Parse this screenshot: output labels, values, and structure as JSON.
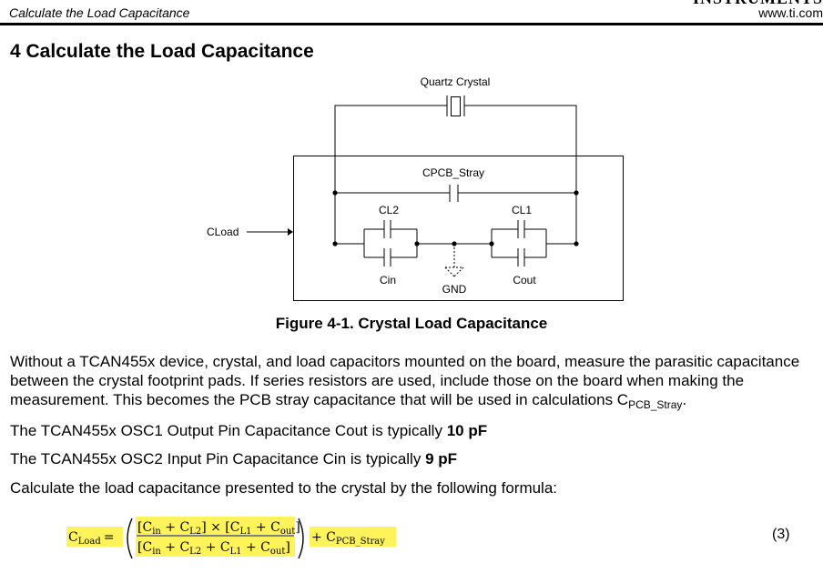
{
  "header": {
    "section": "Calculate the Load Capacitance",
    "brand": "INSTRUMENTS",
    "url": "www.ti.com"
  },
  "section_title": "4 Calculate the Load Capacitance",
  "diagram": {
    "labels": {
      "quartz": "Quartz Crystal",
      "stray": "CPCB_Stray",
      "cl2": "CL2",
      "cl1": "CL1",
      "cload": "CLoad",
      "cin": "Cin",
      "cout": "Cout",
      "gnd": "GND"
    }
  },
  "figure_caption": "Figure 4-1. Crystal Load Capacitance",
  "paragraph1": {
    "text": "Without a TCAN455x device, crystal, and load capacitors mounted on the board, measure the parasitic capacitance between the crystal footprint pads. If series resistors are used, include those on the board when making the measurement. This becomes the PCB stray capacitance that will be used in calculations C",
    "sub": "PCB_Stray",
    "end": "."
  },
  "paragraph2": {
    "text": "The TCAN455x OSC1 Output Pin Capacitance Cout is typically ",
    "value": "10 pF"
  },
  "paragraph3": {
    "text": "The TCAN455x OSC2 Input Pin Capacitance Cin is typically ",
    "value": "9 pF"
  },
  "paragraph4": "Calculate the load capacitance presented to the crystal by the following formula:",
  "equation": {
    "number": "(3)",
    "lhs": "C",
    "lhs_sub": "Load",
    "eq": "=",
    "num_a": "[C",
    "num_a_sub": "in",
    "num_b": " + C",
    "num_b_sub": "L2",
    "num_c": "] × [C",
    "num_c_sub": "L1",
    "num_d": " + C",
    "num_d_sub": "out",
    "num_e": "]",
    "den_a": "[C",
    "den_a_sub": "in",
    "den_b": " + C",
    "den_b_sub": "L2",
    "den_c": " + C",
    "den_c_sub": "L1",
    "den_d": " + C",
    "den_d_sub": "out",
    "den_e": "]",
    "plus": "+ C",
    "plus_sub": "PCB_Stray",
    "highlight_color": "#fff35c"
  }
}
